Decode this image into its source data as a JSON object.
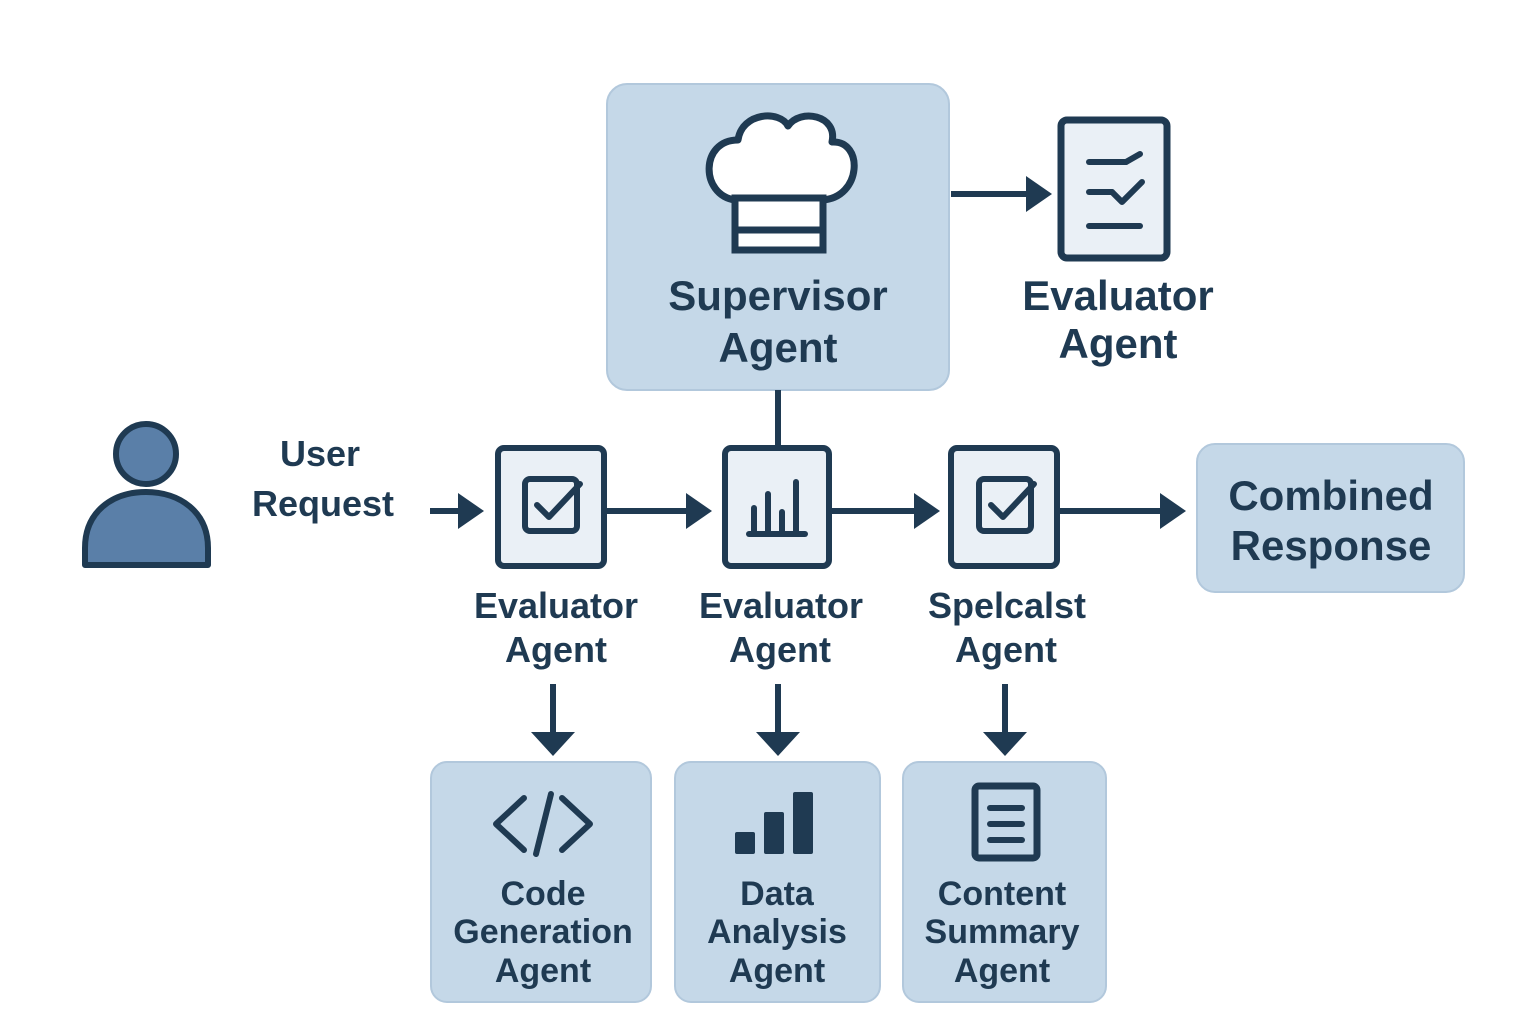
{
  "nodes": {
    "supervisor": {
      "line1": "Supervisor",
      "line2": "Agent",
      "icon": "chef-hat-icon"
    },
    "evaluator_top": {
      "line1": "Evaluator",
      "line2": "Agent",
      "icon": "checklist-icon"
    },
    "user": {
      "line1": "User",
      "line2": "Request",
      "icon": "user-icon"
    },
    "evaluator_1": {
      "line1": "Evaluator",
      "line2": "Agent",
      "icon": "checkbox-icon"
    },
    "evaluator_2": {
      "line1": "Evaluator",
      "line2": "Agent",
      "icon": "bar-chart-icon"
    },
    "specialist": {
      "line1": "Spelcalst",
      "line2": "Agent",
      "icon": "checkbox-icon"
    },
    "combined": {
      "line1": "Combined",
      "line2": "Response"
    },
    "code_gen": {
      "line1": "Code",
      "line2": "Generation",
      "line3": "Agent",
      "icon": "code-icon"
    },
    "data_analysis": {
      "line1": "Data",
      "line2": "Analysis",
      "line3": "Agent",
      "icon": "bar-chart-icon"
    },
    "content_summary": {
      "line1": "Content",
      "line2": "Summary",
      "line3": "Agent",
      "icon": "document-icon"
    }
  },
  "colors": {
    "box_fill": "#c5d8e8",
    "ink": "#1f3a52",
    "tile_fill": "#eaf0f6",
    "user_fill": "#5a7fa8"
  }
}
